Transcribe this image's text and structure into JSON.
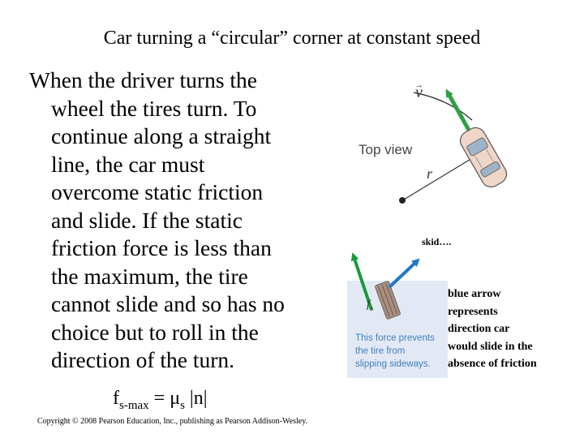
{
  "title": "Car turning a “circular” corner at constant speed",
  "body_lines": [
    "When the driver turns the",
    "wheel the tires turn.  To",
    "continue along a straight",
    "line,  the car must",
    "overcome static friction",
    "and slide.  If the static",
    "friction force is less than",
    "the maximum, the tire",
    "cannot slide and so has no",
    "choice but to roll in the",
    "direction of the turn."
  ],
  "formula": {
    "f": "f",
    "f_sub": "s-max",
    "eq": " = μ",
    "mu_sub": "s",
    "rhs": " |n|"
  },
  "copyright": "Copyright © 2008 Pearson Education, Inc.,  publishing as Pearson Addison-Wesley.",
  "figure_top": {
    "velocity_label": "v",
    "top_view_label": "Top view",
    "radius_label": "r"
  },
  "figure_bottom": {
    "skid_label": "skid….",
    "force_label": "f",
    "force_sub": "s",
    "caption_lines": [
      "This force prevents",
      "the tire from",
      "slipping sideways."
    ]
  },
  "blue_note_lines": [
    "blue arrow",
    "represents",
    "direction car",
    "would slide in the",
    "absence of friction"
  ],
  "colors": {
    "velocity_arrow": "#2ea043",
    "friction_arrow": "#1a9a3a",
    "blue_arrow": "#1f78c8",
    "caption_text": "#3d7fc4",
    "tire_panel_bg": "#e3e9f4"
  }
}
